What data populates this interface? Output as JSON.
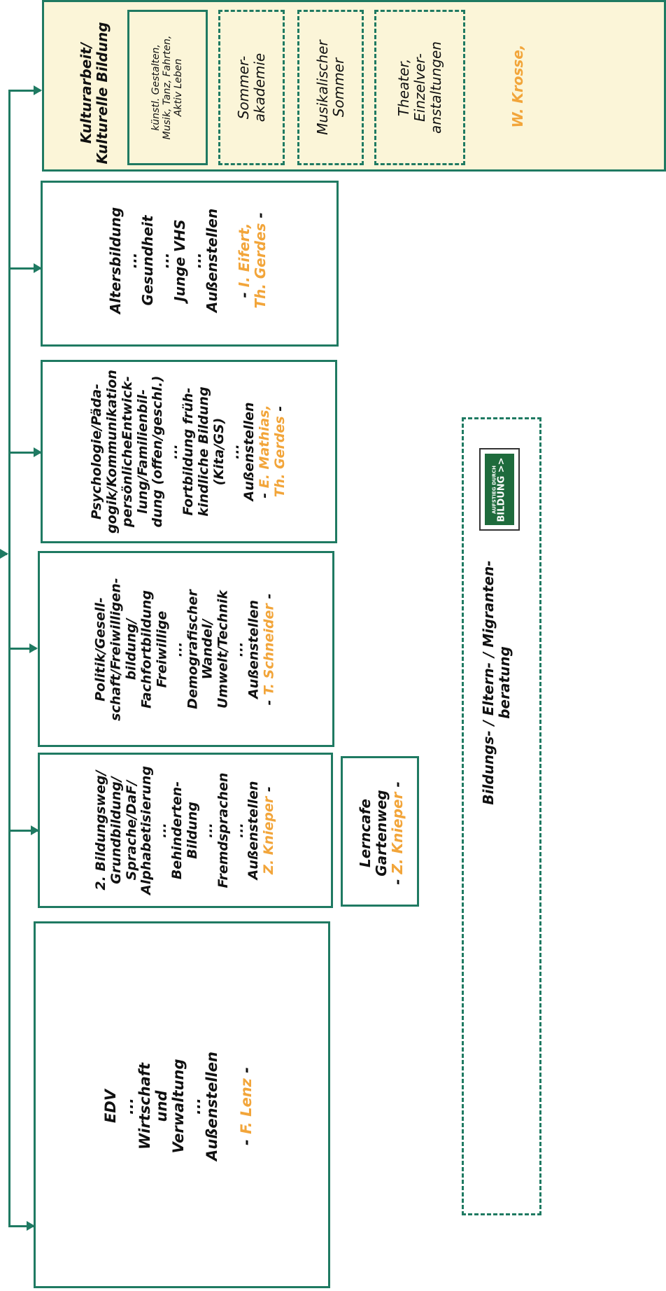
{
  "colors": {
    "accent": "#1f7a62",
    "orange": "#f2a53a",
    "cream": "#fbf5d8"
  },
  "kultur": {
    "title1": "Kulturarbeit/",
    "title2": "Kulturelle Bildung",
    "sub1": "künstl. Gestalten,",
    "sub2": "Musik, Tanz, Fahrten,",
    "sub3": "Aktiv Leben",
    "sommerakademie1": "Sommer-",
    "sommerakademie2": "akademie",
    "musik1": "Musikalischer",
    "musik2": "Sommer",
    "theater1": "Theater,",
    "theater2": "Einzelver-",
    "theater3": "anstaltungen",
    "contact": "W. Krosse,"
  },
  "alters": {
    "l1": "Altersbildung",
    "l2": "...",
    "l3": "Gesundheit",
    "l4": "...",
    "l5": "Junge VHS",
    "l6": "...",
    "l7": "Außenstellen",
    "c_prefix": "- ",
    "c1": "I. Eifert,",
    "c2": "Th. Gerdes",
    "c_suffix": " -"
  },
  "psych": {
    "l1": "Psychologie/Päda-",
    "l2": "gogik/Kommunikation",
    "l3": "persönlicheEntwick-",
    "l4": "lung/Familienbil-",
    "l5": "dung (offen/geschl.)",
    "l6": "...",
    "l7": "Fortbildung früh-",
    "l8": "kindliche Bildung",
    "l9": "(Kita/GS)",
    "l10": "...",
    "l11": "Außenstellen",
    "c_prefix": "- ",
    "c1": "E. Mathias,",
    "c2": "Th. Gerdes",
    "c_suffix": " -"
  },
  "politik": {
    "l1": "Politik/Gesell-",
    "l2": "schaft/Freiwilligen-",
    "l3": "bildung/",
    "l4": "Fachfortbildung",
    "l5": "Freiwillige",
    "l6": "...",
    "l7": "Demografischer",
    "l8": "Wandel/",
    "l9": "Umwelt/Technik",
    "l10": "...",
    "l11": "Außenstellen",
    "c_prefix": "- ",
    "c1": "T. Schneider",
    "c_suffix": " -"
  },
  "bildungsweg": {
    "l1": "2. Bildungsweg/",
    "l2": "Grundbildung/",
    "l3": "Sprache/DaF/",
    "l4": "Alphabetisierung",
    "l5": "...",
    "l6": "Behinderten-",
    "l7": "Bildung",
    "l8": "...",
    "l9": "Fremdsprachen",
    "l10": "...",
    "l11": "Außenstellen",
    "c1": "Z. Knieper",
    "c_suffix": " -"
  },
  "lerncafe": {
    "l1": "Lerncafe",
    "l2": "Gartenweg",
    "c_prefix": "- ",
    "c1": "Z. Knieper",
    "c_suffix": " -"
  },
  "edv": {
    "l1": "EDV",
    "l2": "...",
    "l3": "Wirtschaft",
    "l4": "und",
    "l5": "Verwaltung",
    "l6": "...",
    "l7": "Außenstellen",
    "c_prefix": "- ",
    "c1": "F. Lenz",
    "c_suffix": " -"
  },
  "beratung": {
    "l1": "Bildungs- / Eltern- / Migranten-",
    "l2": "beratung",
    "logo1": "AUFSTIEG DURCH",
    "logo2": "BILDUNG >>"
  }
}
